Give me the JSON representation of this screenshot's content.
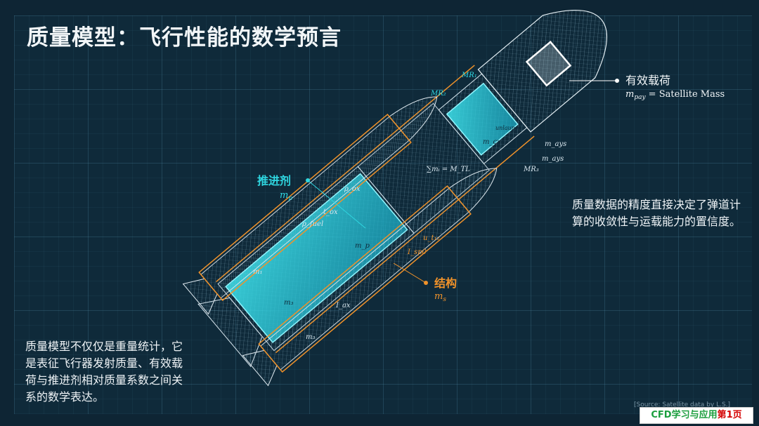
{
  "title": "质量模型：飞行性能的数学预言",
  "payload": {
    "label": "有效载荷",
    "formula_sym": "m",
    "formula_sub": "pay",
    "formula_rest": " = Satellite Mass"
  },
  "propellant": {
    "label": "推进剂",
    "sym": "m",
    "sub": "p"
  },
  "structure": {
    "label": "结构",
    "sym": "m",
    "sub": "s"
  },
  "right_text": "质量数据的精度直接决定了弹道计算的收敛性与运载能力的置信度。",
  "left_text": "质量模型不仅仅是重量统计，它是表征飞行器发射质量、有效载荷与推进剂相对质量系数之间关系的数学表达。",
  "annotations": {
    "mr1": "MR₁",
    "mr2": "MR₂",
    "mr3": "MR₃",
    "sum": "∑mᵢ = M_TL",
    "rho_ox": "ρ_ox",
    "rho_fuel": "ρ_fuel",
    "t_ox": "t_ox",
    "m1": "m₁",
    "m3a": "m₃",
    "m3b": "m₃",
    "mp_core": "m_p",
    "mcya": "m_cya",
    "unlaunch": "unlaunch",
    "mays1": "m_ays",
    "mays2": "m_ays",
    "ut": "u_t₁₂",
    "isp": "I_sp0",
    "iax": "I_ax"
  },
  "credit": "[Source: Satellite data by L.S.]",
  "badge": {
    "part1": "CFD学习与应用",
    "part2": "第1页"
  },
  "colors": {
    "cyan": "#2fd6e0",
    "orange": "#f0922a",
    "background": "#0f2a3a"
  }
}
